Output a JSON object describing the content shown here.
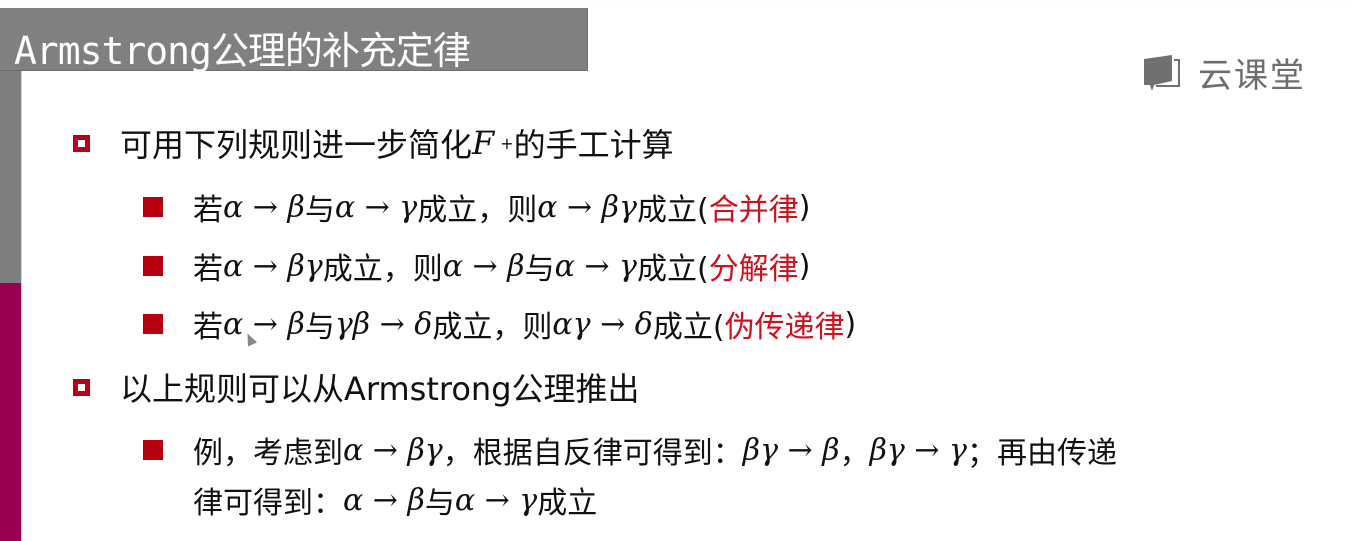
{
  "slide": {
    "title": "Armstrong公理的补充定律",
    "logo_text": "云课堂",
    "logo_icon": "book-chat-icon",
    "colors": {
      "title_bar": "#808080",
      "left_bar_gray": "#7f7f7f",
      "left_bar_accent": "#990050",
      "bullet": "#b80018",
      "highlight": "#d0101c"
    }
  },
  "items": [
    {
      "text_before": "可用下列规则进一步简化",
      "math": "F",
      "sup": "+",
      "text_after": "的手工计算",
      "subitems": [
        {
          "parts": [
            "若",
            "α → β",
            "与",
            "α → γ",
            "成立，则",
            "α → βγ",
            "成立(",
            "合并律",
            ")"
          ]
        },
        {
          "parts": [
            "若",
            "α → βγ",
            "成立，则",
            "α → β",
            "与",
            "α → γ",
            "成立(",
            "分解律",
            ")"
          ]
        },
        {
          "parts": [
            "若",
            "α → β",
            "与",
            "γβ → δ",
            "成立，则",
            "αγ → δ",
            "成立(",
            "伪传递律",
            ")"
          ]
        }
      ]
    },
    {
      "text": "以上规则可以从Armstrong公理推出",
      "subitems": [
        {
          "line1": [
            "例，考虑到",
            "α → βγ",
            "，根据自反律可得到：",
            "βγ → β",
            "，",
            "βγ → γ",
            "；再由传递"
          ],
          "line2": [
            "律可得到：",
            "α → β",
            "与",
            "α → γ",
            "成立"
          ]
        }
      ]
    }
  ]
}
